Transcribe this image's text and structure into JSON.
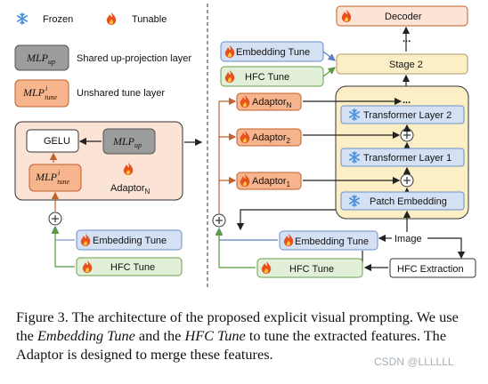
{
  "legend": {
    "frozen": "Frozen",
    "tunable": "Tunable",
    "mlp_up_desc": "Shared up-projection layer",
    "mlp_tune_desc": "Unshared tune layer"
  },
  "left_panel": {
    "gelu": "GELU",
    "adaptor_base": "Adaptor",
    "adaptor_sub": "N",
    "embedding_tune": "Embedding Tune",
    "hfc_tune": "HFC Tune"
  },
  "right_panel": {
    "decoder": "Decoder",
    "stage2": "Stage 2",
    "embedding_tune_top": "Embedding Tune",
    "hfc_tune_top": "HFC Tune",
    "adaptor_base": "Adaptor",
    "adaptor_subs": [
      "N",
      "2",
      "1"
    ],
    "transformer_layer_2": "Transformer Layer 2",
    "transformer_layer_1": "Transformer Layer 1",
    "patch_embedding": "Patch Embedding",
    "ellipsis": "...",
    "image": "Image",
    "embedding_tune_bottom": "Embedding Tune",
    "hfc_tune_bottom": "HFC Tune",
    "hfc_extraction": "HFC Extraction"
  },
  "caption": {
    "part1": "Figure 3. The architecture of the proposed explicit visual prompting. We use the ",
    "emph1": "Embedding Tune",
    "part2": " and the ",
    "emph2": "HFC Tune",
    "part3": " to tune the extracted features. The Adaptor is designed to merge these features."
  },
  "watermark": "CSDN @LLLLLL",
  "colors": {
    "orange_fill": "#f7b58d",
    "orange_stroke": "#c0602b",
    "peach_panel": "#fbe3d5",
    "blue_fill": "#d4e1f4",
    "blue_stroke": "#6d8fc3",
    "yellow_panel": "#fdefc5",
    "green_fill": "#e2efd9",
    "green_stroke": "#6a9e4d",
    "grey_fill": "#9c9c9c",
    "snow": "#4a90d9",
    "flame": "#e8501e"
  }
}
